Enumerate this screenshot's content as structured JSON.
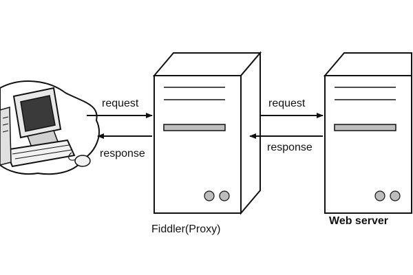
{
  "diagram": {
    "nodes": {
      "client": {
        "icon": "computer-icon"
      },
      "proxy": {
        "label": "Fiddler(Proxy)",
        "icon": "server-tower-icon"
      },
      "server": {
        "label": "Web server",
        "icon": "server-tower-icon"
      }
    },
    "edges": {
      "client_to_proxy": {
        "label": "request"
      },
      "proxy_to_client": {
        "label": "response"
      },
      "proxy_to_server": {
        "label": "request"
      },
      "server_to_proxy": {
        "label": "response"
      }
    }
  }
}
